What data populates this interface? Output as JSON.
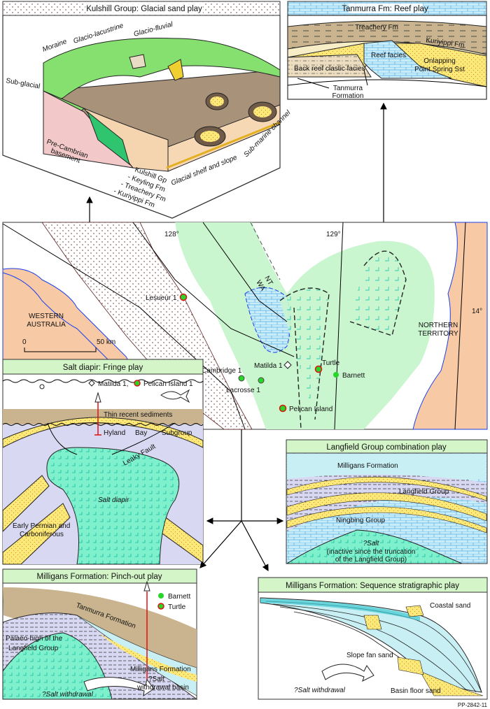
{
  "panels": {
    "kulshill": {
      "title": "Kulshill Group: Glacial sand play",
      "labels": {
        "moraine": "Moraine",
        "glacio_lacustrine": "Glacio-lacustrine",
        "glacio_fluvial": "Glacio-fluvial",
        "sub_glacial": "Sub-glacial",
        "basement_1": "Pre-Cambrian",
        "basement_2": "basement",
        "submarine": "Sub-marine channel",
        "shelf": "Glacial shelf and slope",
        "gp": "Kulshill Gp",
        "keyling": "- Keyling Fm",
        "treachery": "- Treachery Fm",
        "kuriyippi": "- Kuriyippi Fm"
      }
    },
    "tanmurra": {
      "title": "Tanmurra Fm: Reef play",
      "labels": {
        "treachery": "Treachery Fm",
        "kuriyippi": "Kuriyippi Fm",
        "reef": "Reef facies",
        "back_reef": "Back reef clastic facies",
        "onlap_1": "Onlapping",
        "onlap_2": "Point Spring Sst",
        "tanmurra_1": "Tanmurra",
        "tanmurra_2": "Formation"
      }
    },
    "map": {
      "lon_128": "128°",
      "lon_129": "129°",
      "lat_14": "14°",
      "nt": "NT",
      "wa": "WA",
      "wa_region_1": "WESTERN",
      "wa_region_2": "AUSTRALIA",
      "nt_region_1": "NORTHERN",
      "nt_region_2": "TERRITORY",
      "scale_0": "0",
      "scale_50": "50 km",
      "wells": {
        "lesueur": "Lesueur 1",
        "cambridge": "Cambridge 1",
        "lacrosse": "Lacrosse 1",
        "matilda": "Matilda 1",
        "turtle": "Turtle",
        "barnett": "Barnett",
        "pelican": "Pelican Island"
      }
    },
    "salt": {
      "title": "Salt diapir: Fringe play",
      "legend_matilda": "Matilda 1,",
      "legend_pelican": "Pelican Island 1",
      "labels": {
        "thin": "Thin recent sediments",
        "hyland": "Hyland",
        "bay": "Bay",
        "subgroup": "Subgroup",
        "leaky": "Leaky Fault",
        "diapir": "Salt diapir",
        "permian_1": "Early Permian and",
        "permian_2": "Carboniferous"
      }
    },
    "langfield": {
      "title": "Langfield Group combination play",
      "labels": {
        "milligans": "Milligans Formation",
        "langfield": "Langfield Group",
        "ningbing": "Ningbing Group",
        "salt": "?Salt",
        "inactive_1": "(inactive since the truncation",
        "inactive_2": "of the Langfield Group)"
      }
    },
    "pinchout": {
      "title": "Milligans Formation: Pinch-out play",
      "legend_barnett": "Barnett",
      "legend_turtle": "Turtle",
      "labels": {
        "tanmurra": "Tanmurra Formation",
        "palaeo_1": "Palaeo-high of the",
        "palaeo_2": "Langfield Group",
        "milligans": "Milligans Formation",
        "salt_basin_1": "?Salt",
        "salt_basin_2": "withdrawal basin",
        "withdrawal": "?Salt withdrawal"
      }
    },
    "sequence": {
      "title": "Milligans Formation: Sequence stratigraphic play",
      "labels": {
        "coastal": "Coastal sand",
        "slope_fan": "Slope fan sand",
        "basin_floor": "Basin floor sand",
        "withdrawal": "?Salt withdrawal"
      }
    }
  },
  "figure_id": "PP-2842-11",
  "colors": {
    "title_green": "#d4f5c8",
    "map_green": "#c9f5cf",
    "land": "#f7c9a4",
    "salt": "#7ff0cc",
    "limestone": "#c8ecf8",
    "sand": "#fbe97a",
    "shale_brown": "#c9b48f",
    "lavender": "#d9d8f2",
    "river": "#1a3ff0"
  }
}
